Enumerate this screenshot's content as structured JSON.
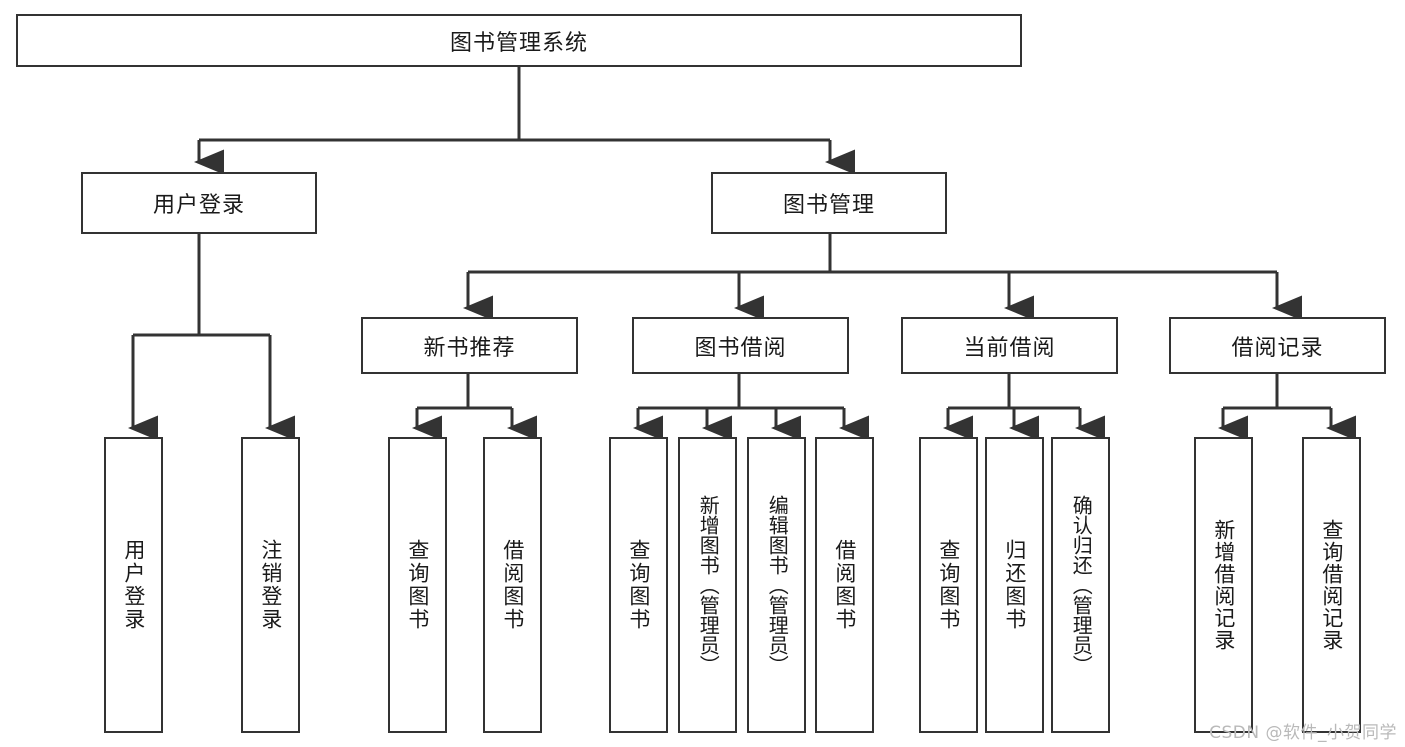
{
  "diagram": {
    "title": "图书管理系统",
    "type": "tree-hierarchy-diagram",
    "watermark": "CSDN @软件_小贺同学",
    "colors": {
      "box_border": "#333333",
      "box_fill": "#ffffff",
      "connector": "#333333",
      "text": "#1a1a1a",
      "watermark": "#b9b9b9"
    },
    "root": {
      "label": "图书管理系统"
    },
    "level2": [
      {
        "label": "用户登录"
      },
      {
        "label": "图书管理"
      }
    ],
    "level3": [
      {
        "label": "新书推荐"
      },
      {
        "label": "图书借阅"
      },
      {
        "label": "当前借阅"
      },
      {
        "label": "借阅记录"
      }
    ],
    "leaves": {
      "user_login": [
        {
          "label": "用户登录"
        },
        {
          "label": "注销登录"
        }
      ],
      "new_book_recommend": [
        {
          "label": "查询图书"
        },
        {
          "label": "借阅图书"
        }
      ],
      "book_borrow": [
        {
          "label": "查询图书"
        },
        {
          "label": "新增图书（管理员）"
        },
        {
          "label": "编辑图书（管理员）"
        },
        {
          "label": "借阅图书"
        }
      ],
      "current_borrow": [
        {
          "label": "查询图书"
        },
        {
          "label": "归还图书"
        },
        {
          "label": "确认归还（管理员）"
        }
      ],
      "borrow_record": [
        {
          "label": "新增借阅记录"
        },
        {
          "label": "查询借阅记录"
        }
      ]
    }
  }
}
